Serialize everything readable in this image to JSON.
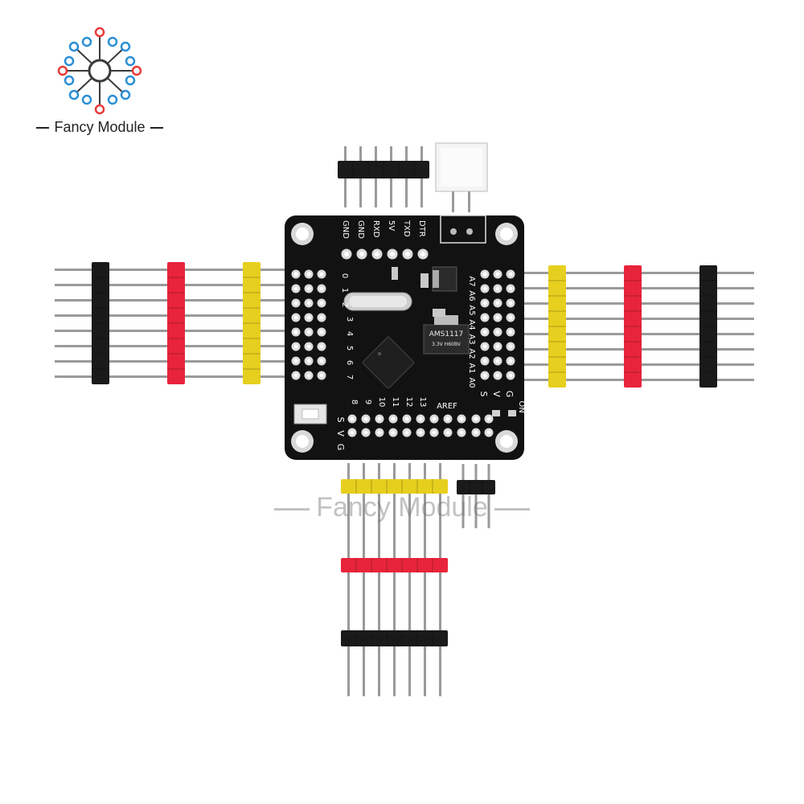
{
  "brand": {
    "name": "Fancy Module",
    "watermark": "Fancy Module"
  },
  "colors": {
    "pcb": "#121212",
    "header_black": "#1a1a1a",
    "header_red": "#e8243c",
    "header_yellow": "#e6cf1e",
    "pin_metal": "#9a9a9a",
    "logo_red": "#e83a3a",
    "logo_blue": "#2a8fd6"
  },
  "board": {
    "top_labels": [
      "GND",
      "GND",
      "RXD",
      "5V",
      "TXD",
      "DTR"
    ],
    "left_digits": [
      "0",
      "1",
      "2",
      "3",
      "4",
      "5",
      "6",
      "7"
    ],
    "right_analog": [
      "A7",
      "A6",
      "A5",
      "A4",
      "A3",
      "A2",
      "A1",
      "A0"
    ],
    "bottom_digits": [
      "8",
      "9",
      "10",
      "11",
      "12",
      "13"
    ],
    "aref": "AREF",
    "on_label": "ON",
    "side_labels": {
      "s": "S",
      "v": "V",
      "g": "G"
    },
    "regulator": {
      "line1": "AMS1117",
      "line2": "3.3V H60BV"
    }
  }
}
